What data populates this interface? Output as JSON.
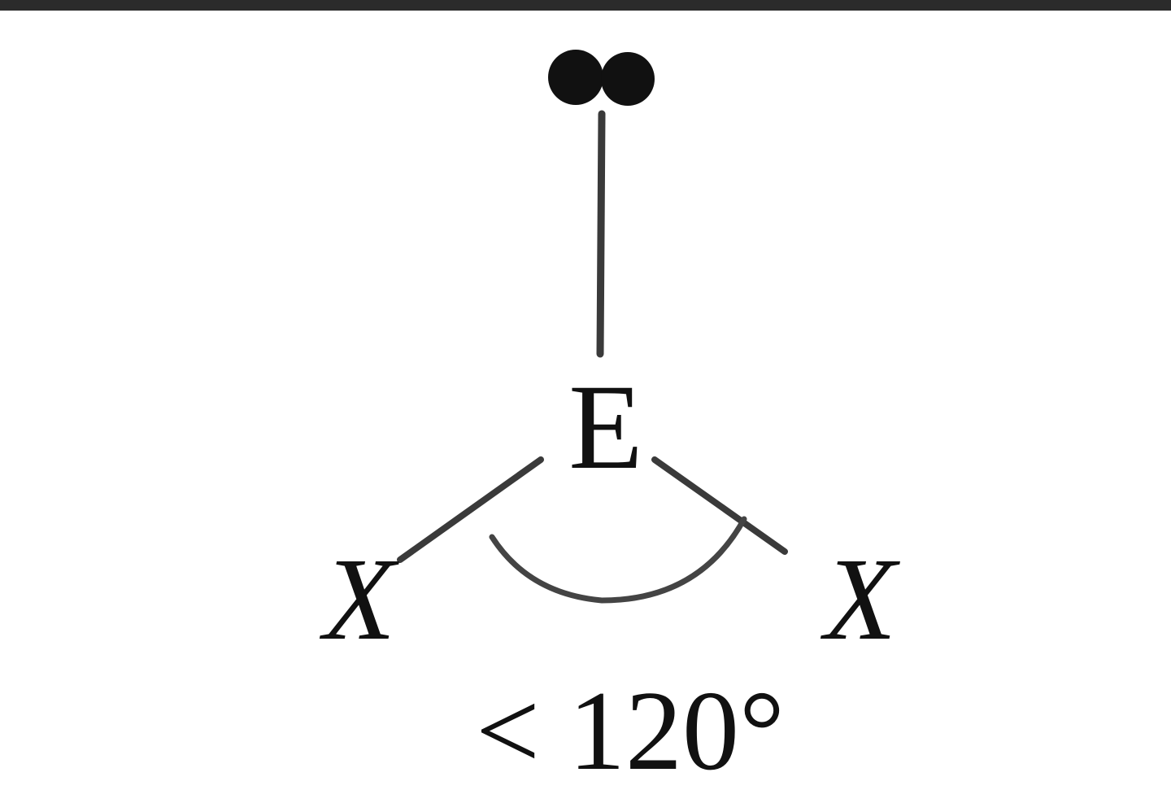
{
  "diagram": {
    "central_atom": "E",
    "ligands": [
      "X",
      "X"
    ],
    "lone_pair": "••",
    "bond_angle_label": "< 120°",
    "colors": {
      "ink": "#111111",
      "frame_bar": "#2b2b2b",
      "background": "#ffffff"
    }
  }
}
